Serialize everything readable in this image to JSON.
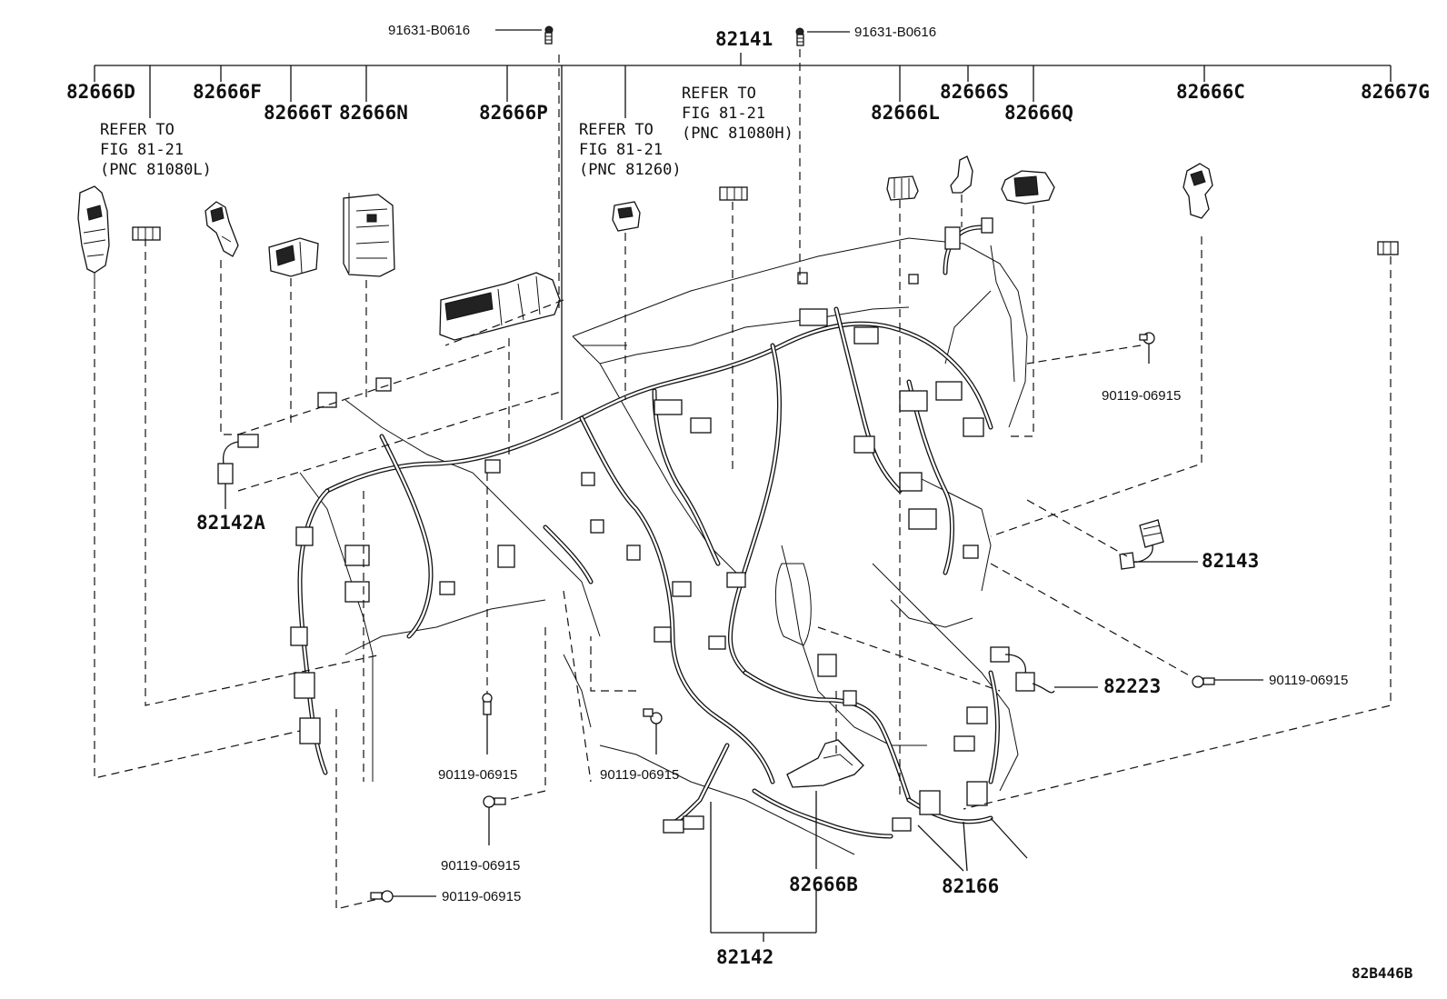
{
  "diagram": {
    "drawing_id": "82B446B",
    "part_labels": {
      "p82141": "82141",
      "p82142": "82142",
      "p82142A": "82142A",
      "p82143": "82143",
      "p82166": "82166",
      "p82223": "82223",
      "p82666B": "82666B",
      "p82666C": "82666C",
      "p82666D": "82666D",
      "p82666F": "82666F",
      "p82666L": "82666L",
      "p82666N": "82666N",
      "p82666P": "82666P",
      "p82666Q": "82666Q",
      "p82666S": "82666S",
      "p82666T": "82666T",
      "p82667G": "82667G"
    },
    "bolt_labels": {
      "b91631_left": "91631-B0616",
      "b91631_right": "91631-B0616",
      "b90119_right_upper": "90119-06915",
      "b90119_right_lower": "90119-06915",
      "b90119_center": "90119-06915",
      "b90119_mid": "90119-06915",
      "b90119_low": "90119-06915",
      "b90119_bottom": "90119-06915"
    },
    "reference_notes": {
      "ref_81080L": [
        "REFER TO",
        "FIG 81-21",
        "(PNC 81080L)"
      ],
      "ref_81260": [
        "REFER TO",
        "FIG 81-21",
        "(PNC 81260)"
      ],
      "ref_81080H": [
        "REFER TO",
        "FIG 81-21",
        "(PNC 81080H)"
      ]
    }
  }
}
